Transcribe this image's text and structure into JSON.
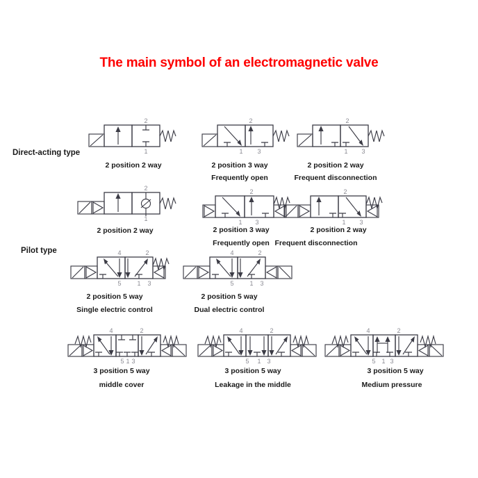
{
  "page": {
    "title": "The main symbol of an electromagnetic valve",
    "title_color": "#fe0000",
    "background": "#ffffff",
    "line_color": "#3c3c46",
    "port_label_color": "#8a8a92"
  },
  "categories": [
    {
      "id": "direct-acting",
      "label": "Direct-acting type"
    },
    {
      "id": "pilot",
      "label": "Pilot type"
    }
  ],
  "symbols": [
    {
      "id": "da-2p2w",
      "category": "direct-acting",
      "caption_line1": "2 position 2 way",
      "caption_line2": "",
      "positions": 2,
      "ways": 2,
      "left_actuator": "solenoid",
      "right_actuator": "spring",
      "ports_top": [
        "2"
      ],
      "ports_bottom": [
        "1"
      ],
      "center_flow": "straight-arrow-up",
      "offset_state": "blocked"
    },
    {
      "id": "da-2p3w-open",
      "category": "direct-acting",
      "caption_line1": "2 position 3 way",
      "caption_line2": "Frequently open",
      "positions": 2,
      "ways": 3,
      "left_actuator": "solenoid",
      "right_actuator": "spring",
      "ports_top": [
        "2"
      ],
      "ports_bottom": [
        "1",
        "3"
      ],
      "center_flow": "diagonal-down-right",
      "offset_state": "straight-arrow-up"
    },
    {
      "id": "da-2p2w-disc",
      "category": "direct-acting",
      "caption_line1": "2 position 2 way",
      "caption_line2": "Frequent disconnection",
      "positions": 2,
      "ways": 3,
      "left_actuator": "solenoid",
      "right_actuator": "spring",
      "ports_top": [
        "2"
      ],
      "ports_bottom": [
        "1",
        "3"
      ],
      "center_flow": "straight-arrow-up",
      "offset_state": "diagonal-down-right"
    },
    {
      "id": "pl-2p2w",
      "category": "pilot",
      "caption_line1": "2 position 2 way",
      "caption_line2": "",
      "positions": 2,
      "ways": 2,
      "left_actuator": "solenoid-pilot",
      "right_actuator": "spring",
      "ports_top": [
        "2"
      ],
      "ports_bottom": [
        "1"
      ],
      "center_flow": "straight-arrow-up",
      "offset_state": "check-valve"
    },
    {
      "id": "pl-2p3w-open",
      "category": "pilot",
      "caption_line1": "2 position 3 way",
      "caption_line2": "Frequently open",
      "positions": 2,
      "ways": 3,
      "left_actuator": "pilot",
      "right_actuator": "spring-pilot",
      "ports_top": [
        "2"
      ],
      "ports_bottom": [
        "1",
        "3"
      ],
      "center_flow": "diagonal-down-right",
      "offset_state": "straight-arrow-up"
    },
    {
      "id": "pl-2p2w-disc",
      "category": "pilot",
      "caption_line1": "2 position 2 way",
      "caption_line2": "Frequent disconnection",
      "positions": 2,
      "ways": 3,
      "left_actuator": "solenoid-pilot",
      "right_actuator": "spring-pilot",
      "ports_top": [
        "2"
      ],
      "ports_bottom": [
        "1",
        "3"
      ],
      "center_flow": "straight-arrow-up",
      "offset_state": "diagonal-down-right"
    },
    {
      "id": "pl-2p5w-single",
      "category": "pilot",
      "caption_line1": "2 position 5 way",
      "caption_line2": "Single electric control",
      "positions": 2,
      "ways": 5,
      "left_actuator": "solenoid-pilot",
      "right_actuator": "spring-pilot",
      "ports_top": [
        "4",
        "2"
      ],
      "ports_bottom": [
        "5",
        "1",
        "3"
      ],
      "center_flow": "cross",
      "offset_state": "cross"
    },
    {
      "id": "pl-2p5w-dual",
      "category": "pilot",
      "caption_line1": "2 position 5 way",
      "caption_line2": "Dual electric control",
      "positions": 2,
      "ways": 5,
      "left_actuator": "solenoid-pilot",
      "right_actuator": "solenoid-pilot",
      "ports_top": [
        "4",
        "2"
      ],
      "ports_bottom": [
        "5",
        "1",
        "3"
      ],
      "center_flow": "cross",
      "offset_state": "cross"
    },
    {
      "id": "pl-3p5w-closed",
      "category": "pilot",
      "caption_line1": "3 position 5 way",
      "caption_line2": "middle cover",
      "positions": 3,
      "ways": 5,
      "left_actuator": "solenoid-spring-pilot",
      "right_actuator": "solenoid-spring-pilot",
      "ports_top": [
        "4",
        "2"
      ],
      "ports_bottom": [
        "5",
        "1",
        "3"
      ],
      "center_type": "closed-center"
    },
    {
      "id": "pl-3p5w-exhaust",
      "category": "pilot",
      "caption_line1": "3 position 5 way",
      "caption_line2": "Leakage in the middle",
      "positions": 3,
      "ways": 5,
      "left_actuator": "solenoid-spring-pilot",
      "right_actuator": "solenoid-spring-pilot",
      "ports_top": [
        "4",
        "2"
      ],
      "ports_bottom": [
        "5",
        "1",
        "3"
      ],
      "center_type": "exhaust-center"
    },
    {
      "id": "pl-3p5w-pressure",
      "category": "pilot",
      "caption_line1": "3 position 5 way",
      "caption_line2": "Medium pressure",
      "positions": 3,
      "ways": 5,
      "left_actuator": "solenoid-spring-pilot",
      "right_actuator": "solenoid-spring-pilot",
      "ports_top": [
        "4",
        "2"
      ],
      "ports_bottom": [
        "5",
        "1",
        "3"
      ],
      "center_type": "pressure-center"
    }
  ]
}
